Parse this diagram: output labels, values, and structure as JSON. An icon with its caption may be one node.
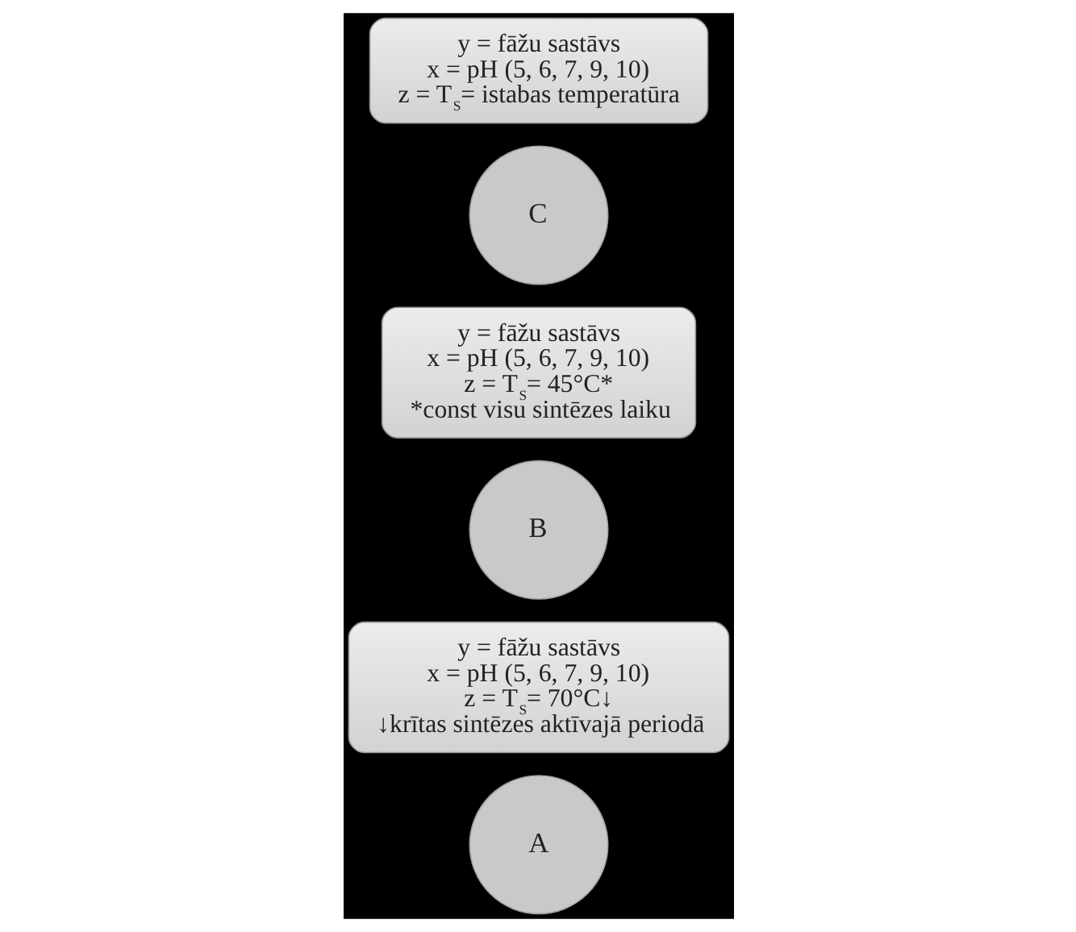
{
  "diagram": {
    "nodes": [
      {
        "text": [
          "A"
        ]
      },
      {
        "text": [
          "y = fāžu sastāvs",
          "x = pH (5, 6, 7, 9, 10)",
          "z = T$_{S}$= 70°C↓",
          "↓krītas sintēzes aktīvajā periodā"
        ]
      },
      {
        "text": [
          "B"
        ]
      },
      {
        "text": [
          "y = fāžu sastāvs",
          "x = pH (5, 6, 7, 9, 10)",
          "z = T$_{S}$= 45°C*",
          "*const visu sintēzes laiku"
        ]
      },
      {
        "text": [
          "C"
        ]
      },
      {
        "text": [
          "y = fāžu sastāvs",
          "x = pH (5, 6, 7, 9, 10)",
          "z = T$_{S}$= istabas temperatūra"
        ]
      }
    ],
    "edges": []
  }
}
